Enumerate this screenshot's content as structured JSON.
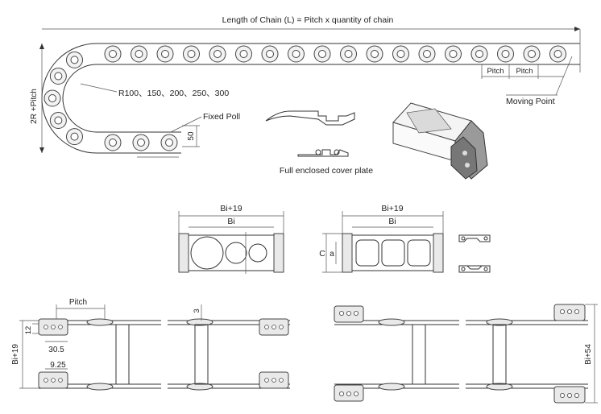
{
  "top": {
    "length_label": "Length of Chain (L) = Pitch x quantity of chain",
    "height_label": "2R +Pitch",
    "radius_label": "R100、150、200、250、300",
    "fixed_label": "Fixed Poll",
    "fixed_dim": "50",
    "pitch_label": "Pitch",
    "moving_label": "Moving Point",
    "cover_label": "Full enclosed cover plate"
  },
  "middle": {
    "left_outer": "Bi+19",
    "left_inner": "Bi",
    "right_outer": "Bi+19",
    "right_inner": "Bi",
    "c_label": "C",
    "a_label": "a"
  },
  "bottom": {
    "pitch_label": "Pitch",
    "dim_12": "12",
    "dim_30_5": "30.5",
    "dim_9_25": "9.25",
    "dim_3": "3",
    "left_height": "Bi+19",
    "right_height": "Bi+54"
  },
  "colors": {
    "line": "#333333",
    "plate": "#e9e9e9"
  }
}
